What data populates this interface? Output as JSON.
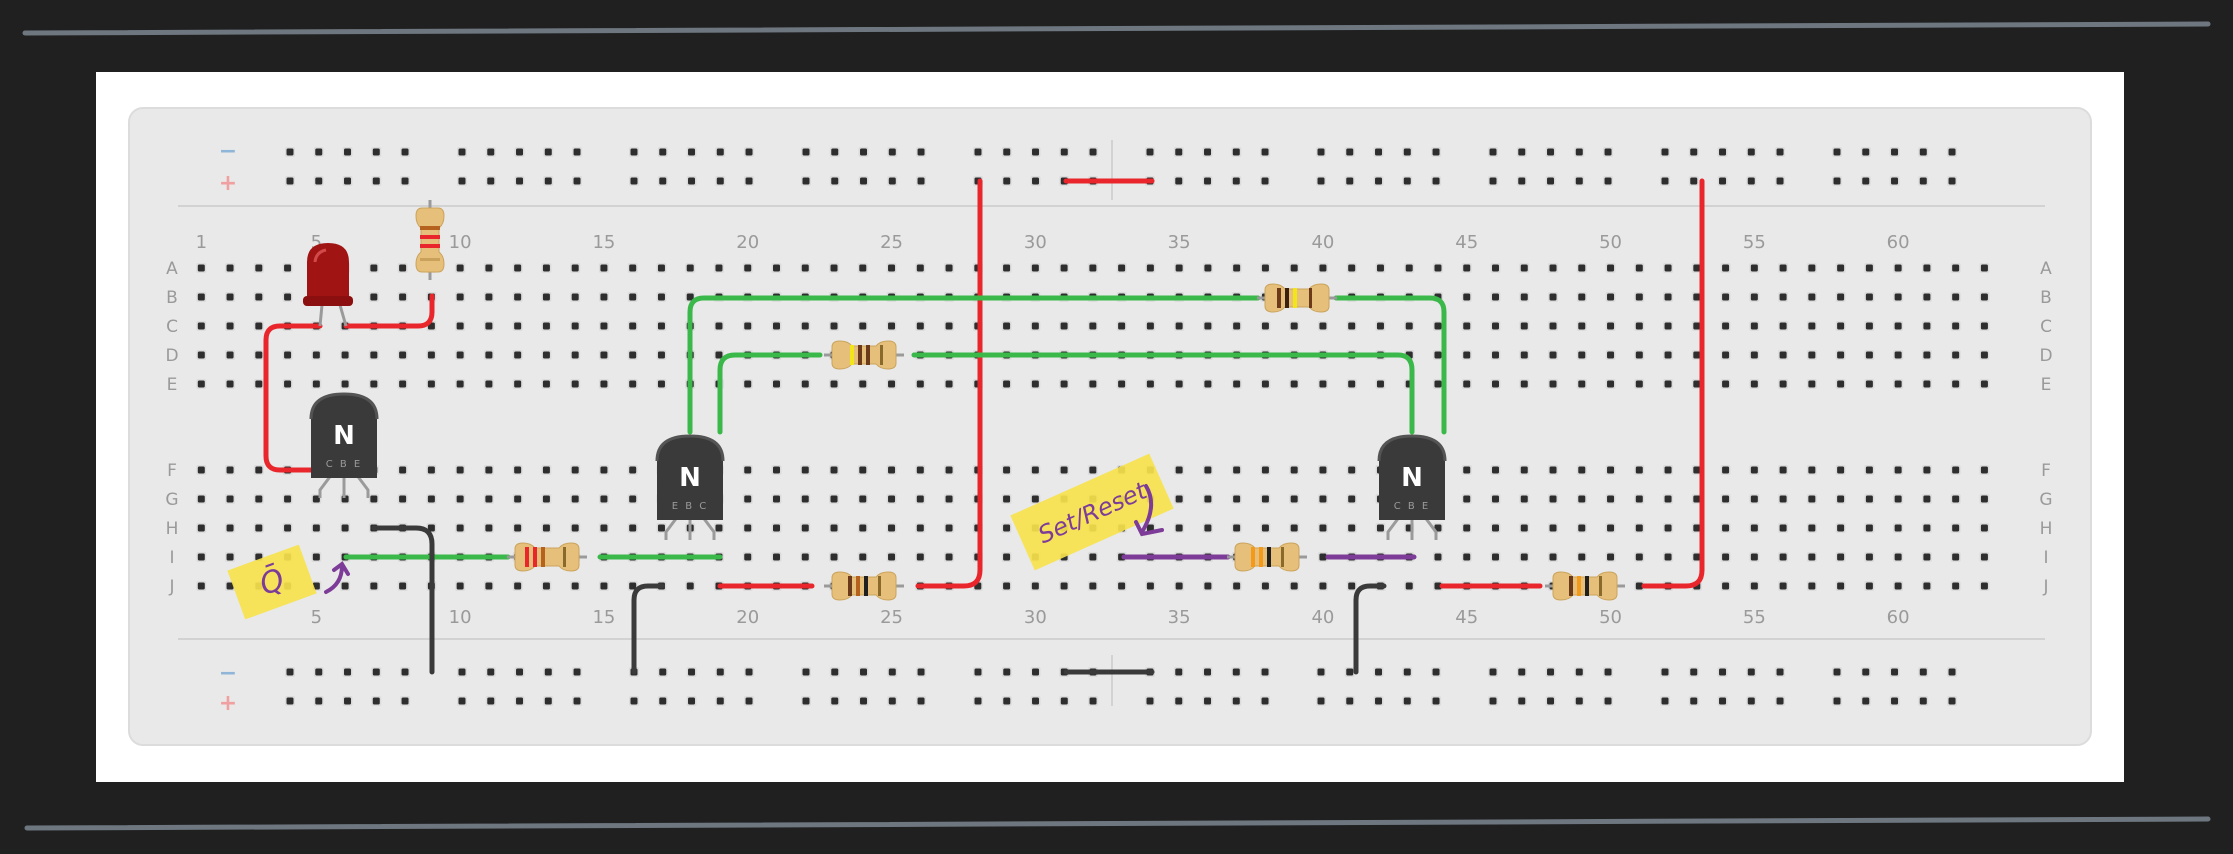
{
  "rail_signs": {
    "minus": "−",
    "plus": "+"
  },
  "row_letters": [
    "A",
    "B",
    "C",
    "D",
    "E",
    "F",
    "G",
    "H",
    "I",
    "J"
  ],
  "column_numbers": [
    "1",
    "5",
    "10",
    "15",
    "20",
    "25",
    "30",
    "35",
    "40",
    "45",
    "50",
    "55",
    "60"
  ],
  "column_numbers_bottom": [
    "5",
    "10",
    "15",
    "20",
    "25",
    "30",
    "35",
    "40",
    "45",
    "50",
    "55",
    "60"
  ],
  "transistors": [
    {
      "id": "q-left",
      "letter": "N",
      "pins": "C B E"
    },
    {
      "id": "q-mid",
      "letter": "N",
      "pins": "E B C"
    },
    {
      "id": "q-right",
      "letter": "N",
      "pins": "C B E"
    }
  ],
  "notes": [
    {
      "id": "note-q-bar",
      "text": "Q̄"
    },
    {
      "id": "note-set-reset",
      "text": "Set/Reset"
    }
  ],
  "colors": {
    "frame": "#202020",
    "canvas": "#ffffff",
    "board": "#e9e9e9",
    "wire_red": "#e8262b",
    "wire_green": "#3ab84a",
    "wire_black": "#3a3a3a",
    "wire_purple": "#7d3c98",
    "note_yellow": "#f6e24c",
    "led_red": "#a11414",
    "rail_minus": "#8fb6d8",
    "rail_plus": "#f0a0a0"
  }
}
